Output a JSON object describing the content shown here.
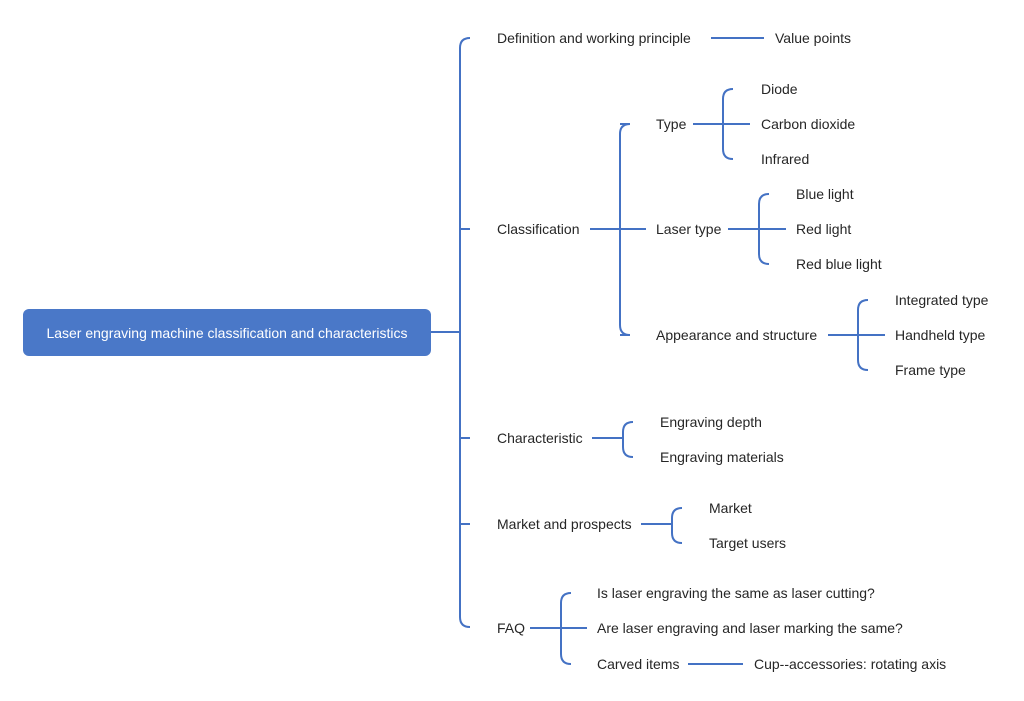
{
  "mindmap": {
    "root": "Laser engraving machine classification and characteristics",
    "branches": [
      {
        "label": "Definition and working principle",
        "children": [
          {
            "label": "Value points"
          }
        ]
      },
      {
        "label": "Classification",
        "children": [
          {
            "label": "Type",
            "children": [
              "Diode",
              "Carbon dioxide",
              "Infrared"
            ]
          },
          {
            "label": "Laser type",
            "children": [
              "Blue light",
              "Red light",
              "Red blue light"
            ]
          },
          {
            "label": "Appearance and structure",
            "children": [
              "Integrated type",
              "Handheld type",
              "Frame type"
            ]
          }
        ]
      },
      {
        "label": "Characteristic",
        "children": [
          {
            "label": "Engraving depth"
          },
          {
            "label": "Engraving materials"
          }
        ]
      },
      {
        "label": "Market and prospects",
        "children": [
          {
            "label": "Market"
          },
          {
            "label": "Target users"
          }
        ]
      },
      {
        "label": "FAQ",
        "children": [
          {
            "label": "Is laser engraving the same as laser cutting?"
          },
          {
            "label": "Are laser engraving and laser marking the same?"
          },
          {
            "label": "Carved items",
            "children": [
              "Cup--accessories: rotating axis"
            ]
          }
        ]
      }
    ]
  },
  "colors": {
    "line": "#4472c4",
    "root_fill": "#4a78c8",
    "text": "#262626",
    "root_text": "#ffffff"
  }
}
